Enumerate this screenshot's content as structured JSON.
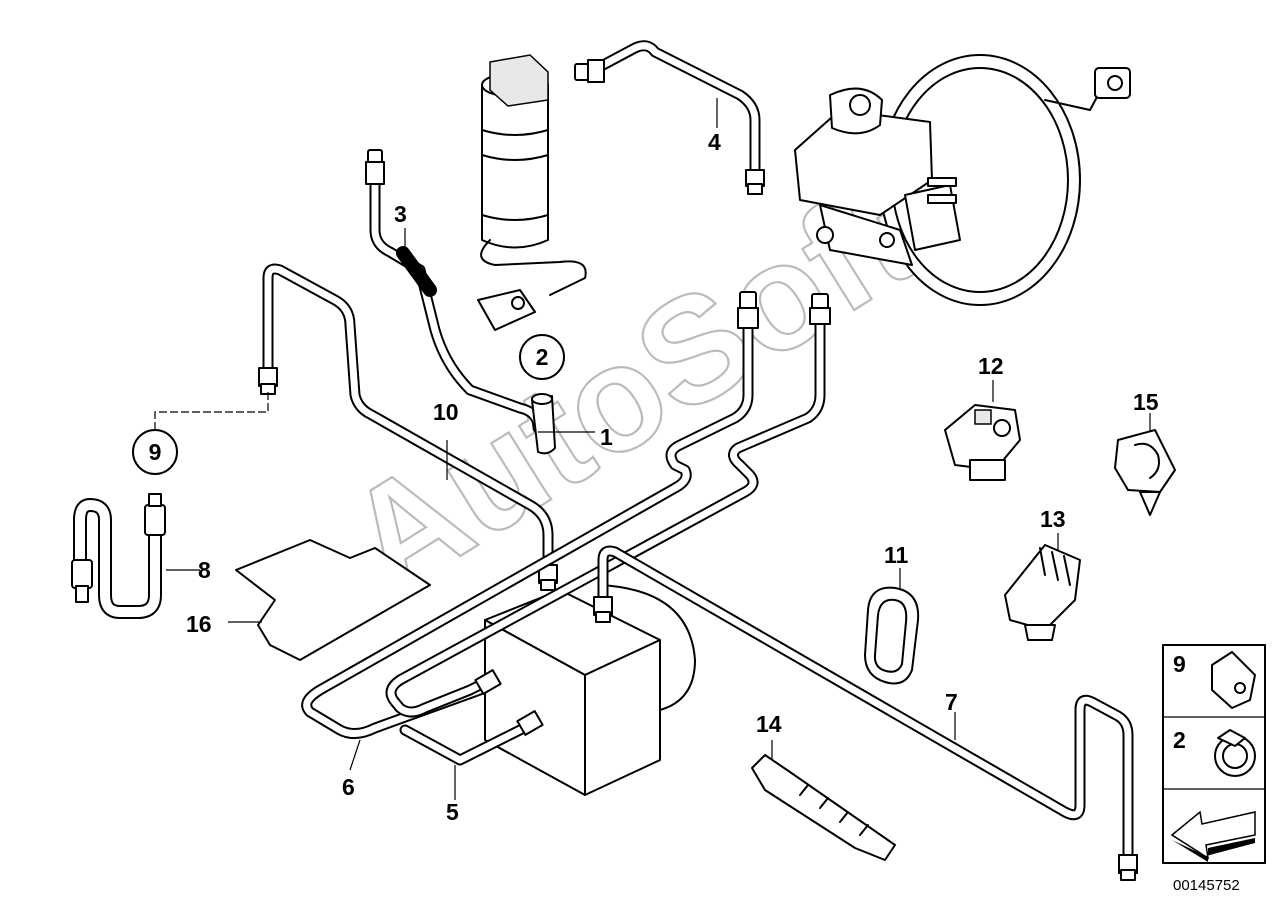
{
  "watermark": "AutoSoft",
  "callouts": {
    "c1": "1",
    "c2": "2",
    "c3": "3",
    "c4": "4",
    "c5": "5",
    "c6": "6",
    "c7": "7",
    "c8": "8",
    "c9": "9",
    "c10": "10",
    "c11": "11",
    "c12": "12",
    "c13": "13",
    "c14": "14",
    "c15": "15",
    "c16": "16"
  },
  "legend": {
    "item9": "9",
    "item2": "2"
  },
  "diagram_code": "00145752",
  "colors": {
    "ink": "#000000",
    "watermark": "#bbbbbb",
    "shade": "#e8e8e8"
  }
}
